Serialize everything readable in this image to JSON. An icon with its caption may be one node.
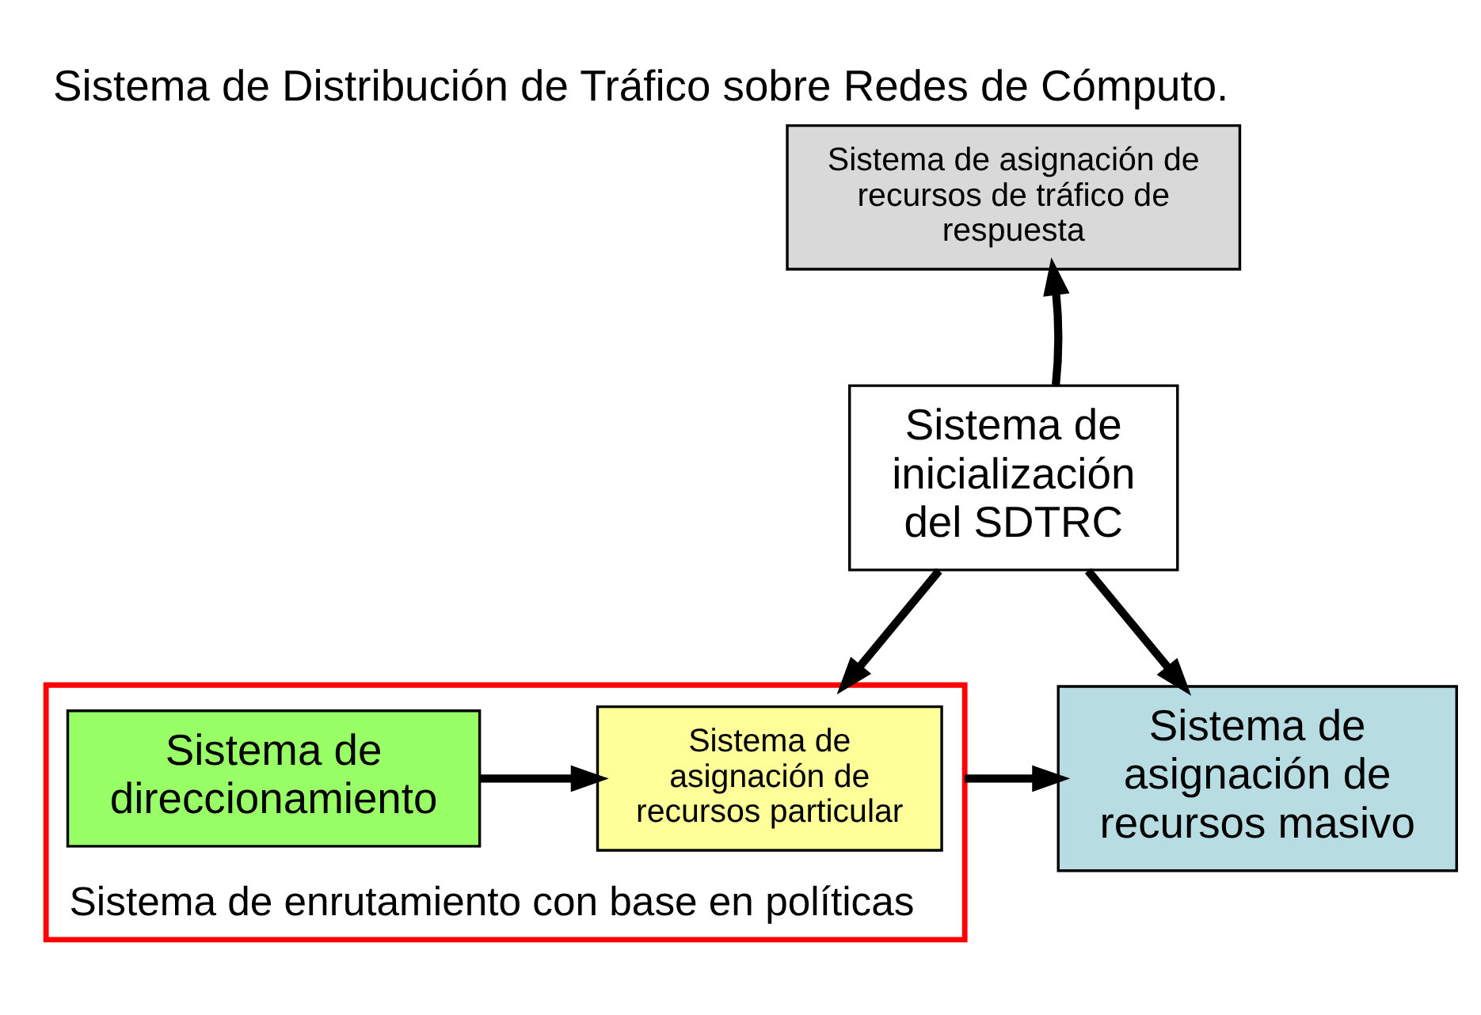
{
  "diagram": {
    "title": "Sistema de Distribución de Tráfico sobre Redes de Cómputo.",
    "nodes": [
      {
        "text": [
          "Sistema de asignación de recursos de tráfico de respuesta"
        ]
      },
      {
        "text": [
          "Sistema de inicialización del SDTRC"
        ]
      },
      {
        "text": [
          "Sistema de enrutamiento con base en políticas"
        ]
      },
      {
        "text": [
          "Sistema de direccionamiento"
        ],
        "in": 2
      },
      {
        "text": [
          "Sistema de asignación de recursos particular"
        ],
        "in": 2
      },
      {
        "text": [
          "Sistema de asignación de recursos masivo"
        ]
      }
    ],
    "edges": [
      {
        "from": 1,
        "to": 0,
        "arrow": "to"
      },
      {
        "from": 1,
        "to": 2,
        "arrow": "to"
      },
      {
        "from": 1,
        "to": 5,
        "arrow": "to"
      },
      {
        "from": 3,
        "to": 4,
        "arrow": "to"
      },
      {
        "from": 2,
        "to": 5,
        "arrow": "to"
      }
    ]
  }
}
